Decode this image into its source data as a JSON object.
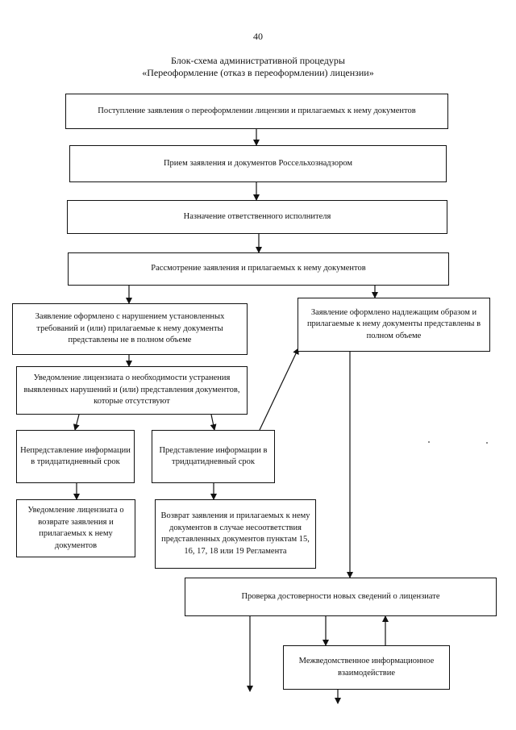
{
  "page_number": "40",
  "title": {
    "line1": "Блок-схема административной процедуры",
    "line2": "«Переоформление (отказ в переоформлении) лицензии»"
  },
  "boxes": {
    "receipt": "Поступление заявления о переоформлении лицензии и прилагаемых к нему документов",
    "reception": "Прием заявления и документов Россельхознадзором",
    "assign": "Назначение ответственного исполнителя",
    "review": "Рассмотрение заявления и прилагаемых к нему документов",
    "violation": "Заявление оформлено с нарушением установленных требований и (или) прилагаемые к нему документы представлены не в полном объеме",
    "proper": "Заявление оформлено надлежащим образом и прилагаемые к нему документы представлены в полном объеме",
    "notify_fix": "Уведомление лицензиата о необходимости устранения выявленных нарушений и (или) представления документов, которые отсутствуют",
    "not_submitted": "Непредставление информации в тридцатидневный срок",
    "submitted": "Представление информации в тридцатидневный срок",
    "notify_return": "Уведомление лицензиата о возврате заявления и прилагаемых к нему документов",
    "return_docs": "Возврат заявления и прилагаемых к нему документов в случае несоответствия представленных документов пунктам 15, 16, 17, 18 или 19 Регламента",
    "verify": "Проверка достоверности новых сведений о лицензиате",
    "interagency": "Межведомственное информационное взаимодействие"
  }
}
